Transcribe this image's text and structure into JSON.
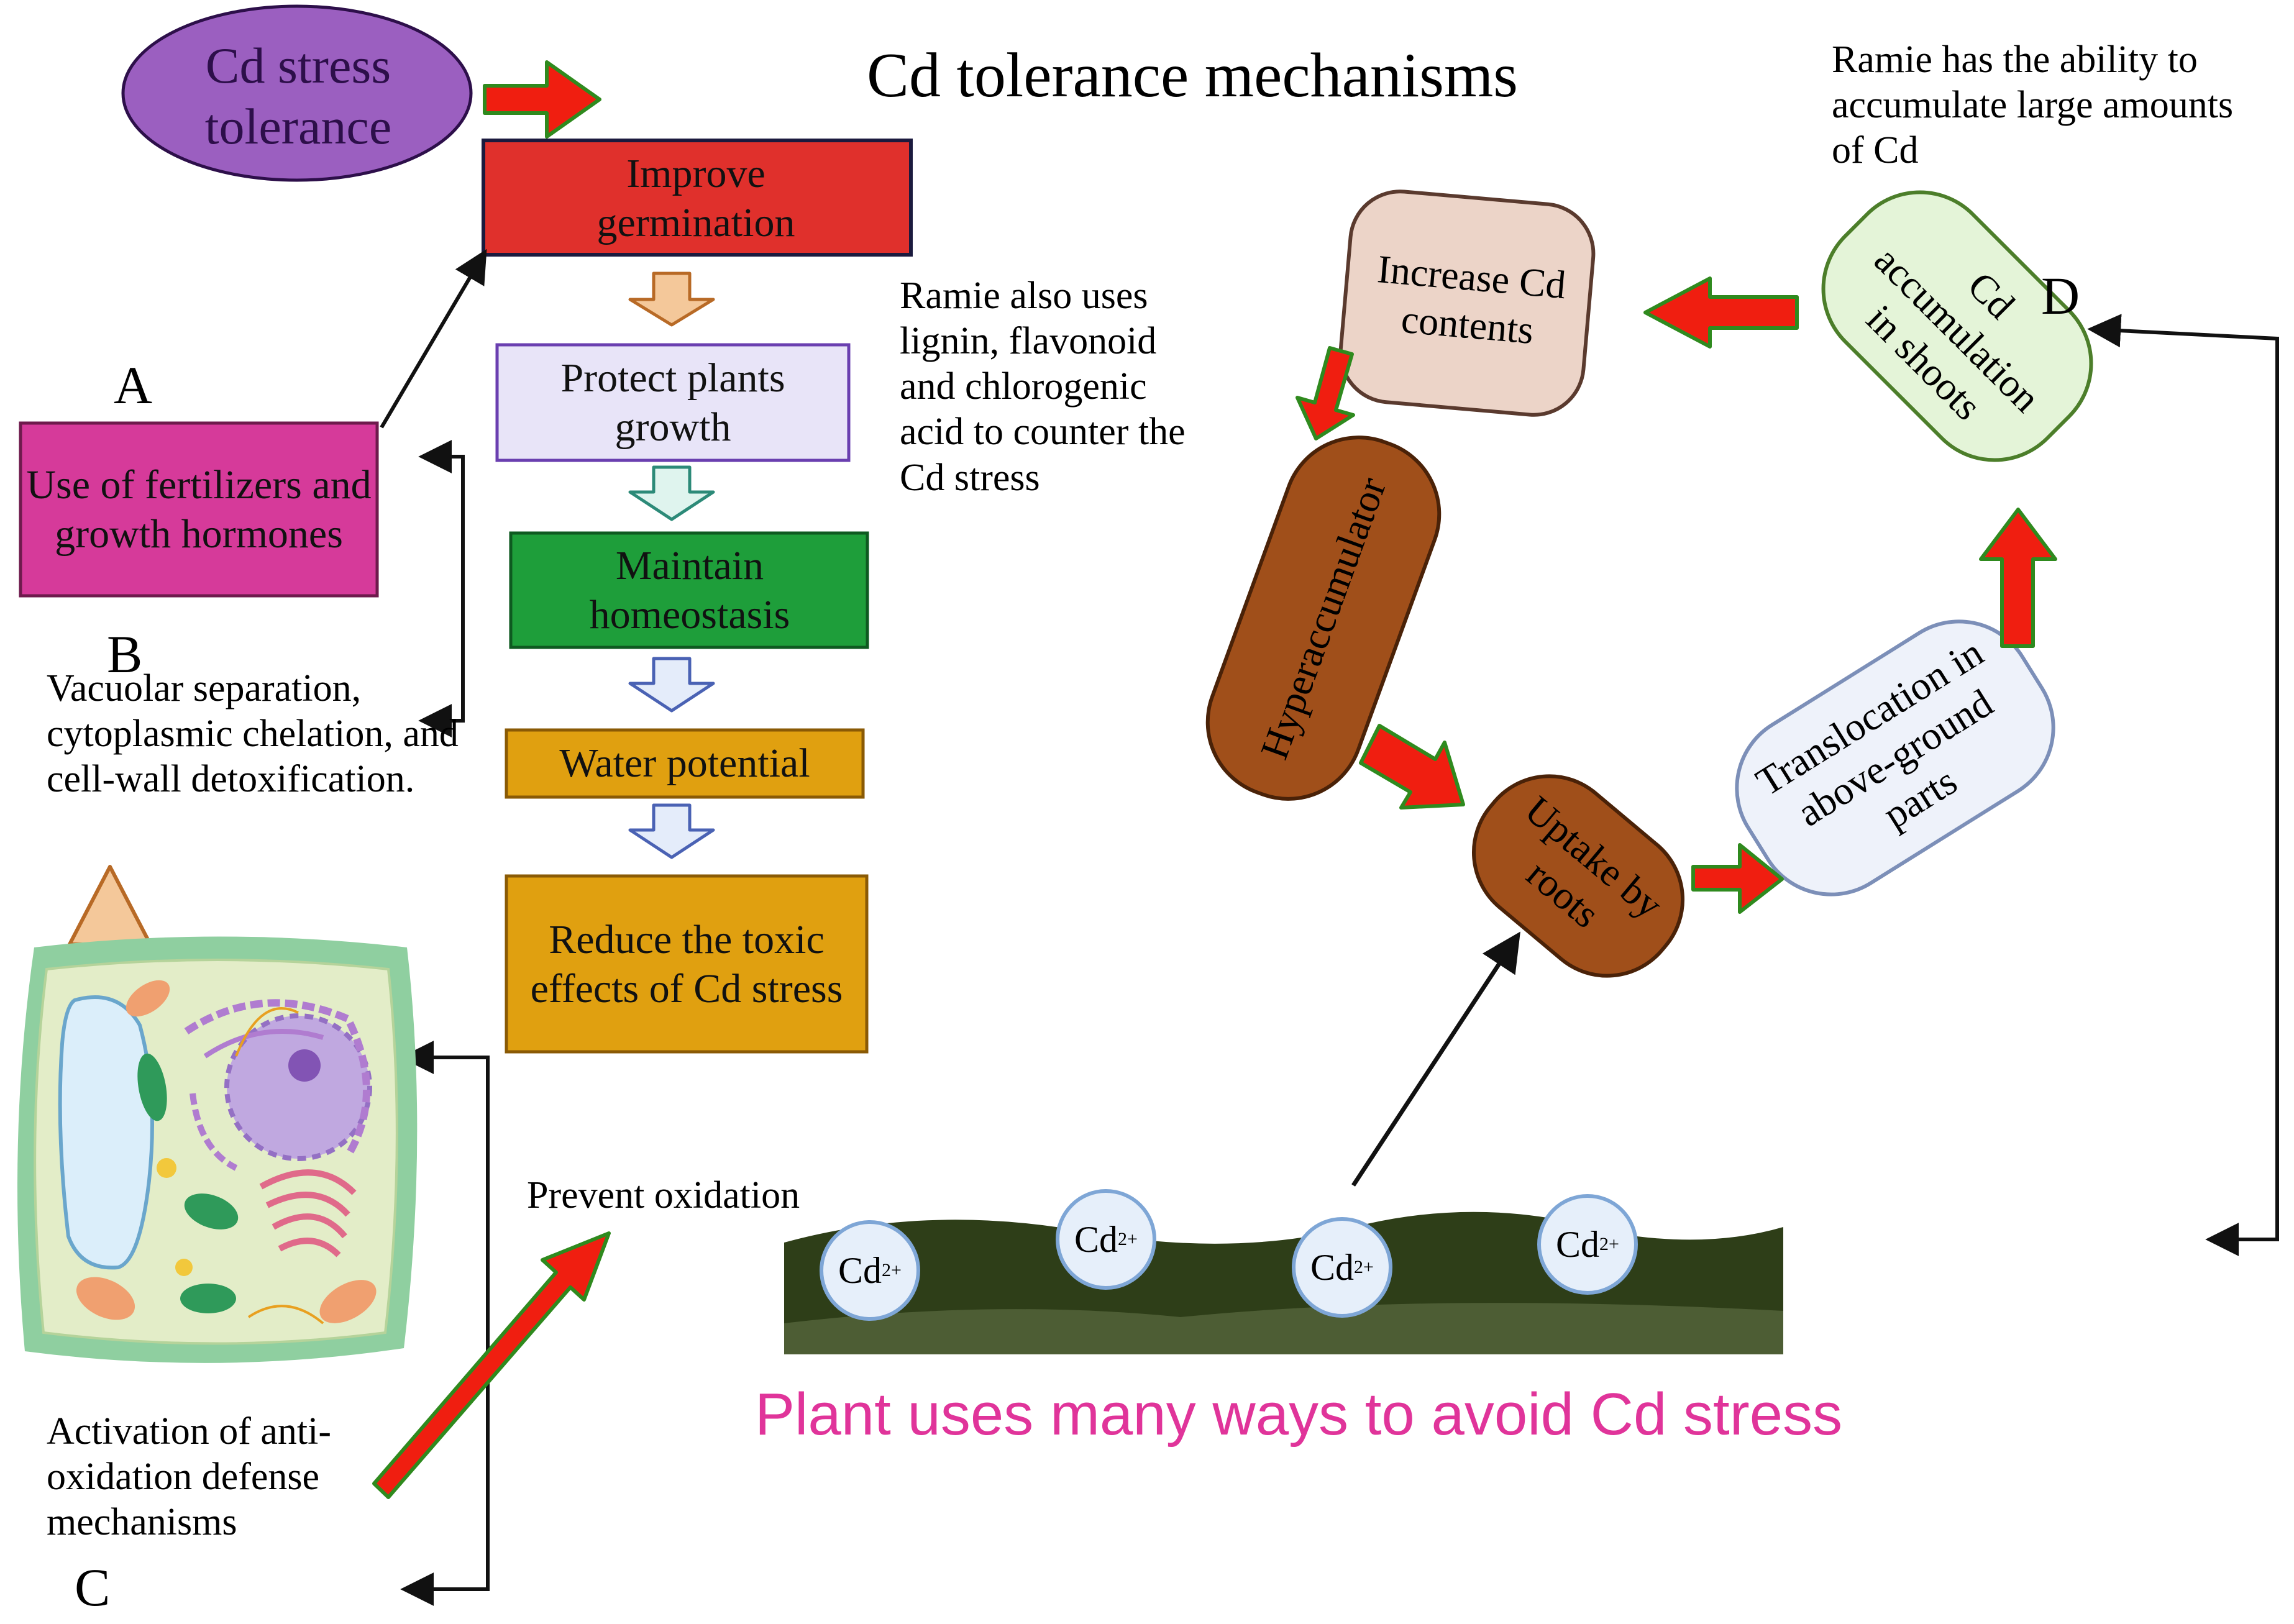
{
  "title": "Cd tolerance mechanisms",
  "stress_tolerance_label": "Cd stress tolerance",
  "flow_steps": [
    {
      "label": "Improve germination",
      "color": "#e0302c"
    },
    {
      "label": "Protect plants growth",
      "color": "#e8e4f8"
    },
    {
      "label": "Maintain homeostasis",
      "color": "#1e9e3a"
    },
    {
      "label": "Water potential",
      "color": "#e0a010"
    },
    {
      "label": "Reduce the toxic effects of Cd stress",
      "color": "#e0a010"
    }
  ],
  "section_a": {
    "letter": "A",
    "label": "Use of fertilizers and growth hormones",
    "color": "#d63a9a"
  },
  "section_b": {
    "letter": "B",
    "text": "Vacuolar separation, cytoplasmic chelation, and cell-wall detoxification."
  },
  "section_c": {
    "letter": "C",
    "text": "Activation of anti-oxidation defense mechanisms"
  },
  "section_d": {
    "letter": "D",
    "text": "Ramie has the ability to accumulate large amounts of Cd"
  },
  "ramie_note": "Ramie also uses lignin, flavonoid and chlorogenic acid to counter the Cd stress",
  "prevent_oxidation": "Prevent oxidation",
  "cycle": {
    "increase": "Increase Cd contents",
    "accumulation": "Cd accumulation in shoots",
    "hyperaccumulator": "Hyperaccumulator",
    "uptake": "Uptake by roots",
    "translocation": "Translocation in above-ground parts"
  },
  "soil_ions": [
    "Cd",
    "Cd",
    "Cd",
    "Cd"
  ],
  "ion_charge": "2+",
  "footer": "Plant uses many ways to avoid Cd stress",
  "colors": {
    "ellipse": "#9b5fc0",
    "arrow_red": "#f01e10",
    "arrow_green": "#2f8a1e",
    "brown": "#a04f1a",
    "footer": "#e0349a",
    "soil": "#2e3e18"
  }
}
